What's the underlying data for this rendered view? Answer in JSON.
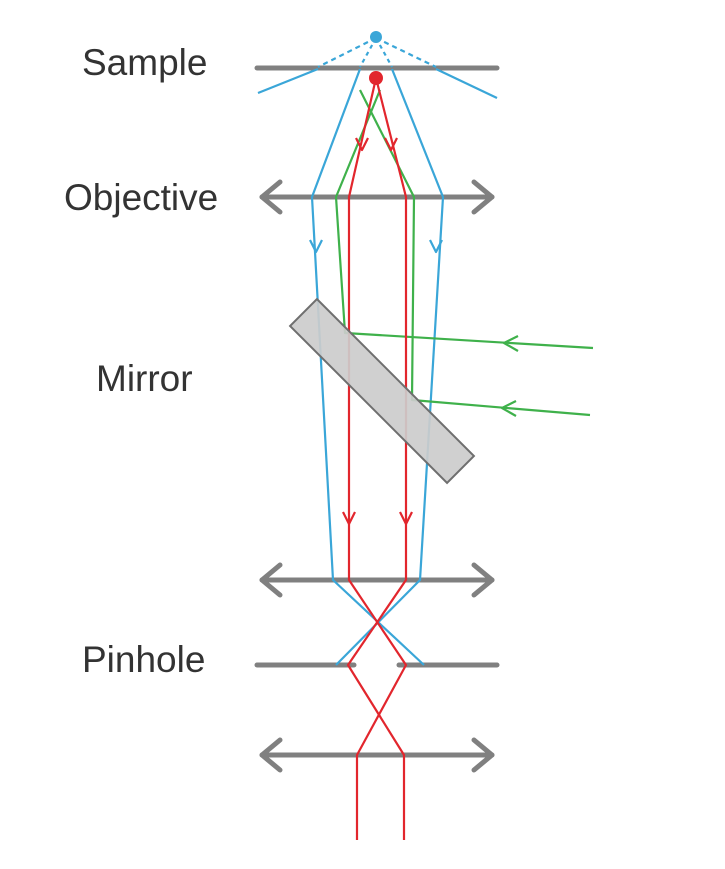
{
  "labels": {
    "sample": "Sample",
    "objective": "Objective",
    "mirror": "Mirror",
    "pinhole": "Pinhole"
  },
  "colors": {
    "optics": "#808080",
    "mirror_fill": "#cccccc",
    "mirror_stroke": "#6f6f6f",
    "out_of_focus_ray": "#3aa6d8",
    "in_focus_ray": "#e2262d",
    "excitation_ray": "#3fb14b",
    "label_text": "#333333"
  },
  "icons": {
    "lens": "double-headed-arrow",
    "out_of_focus_point": "blue-dot",
    "focal_point": "red-dot"
  }
}
